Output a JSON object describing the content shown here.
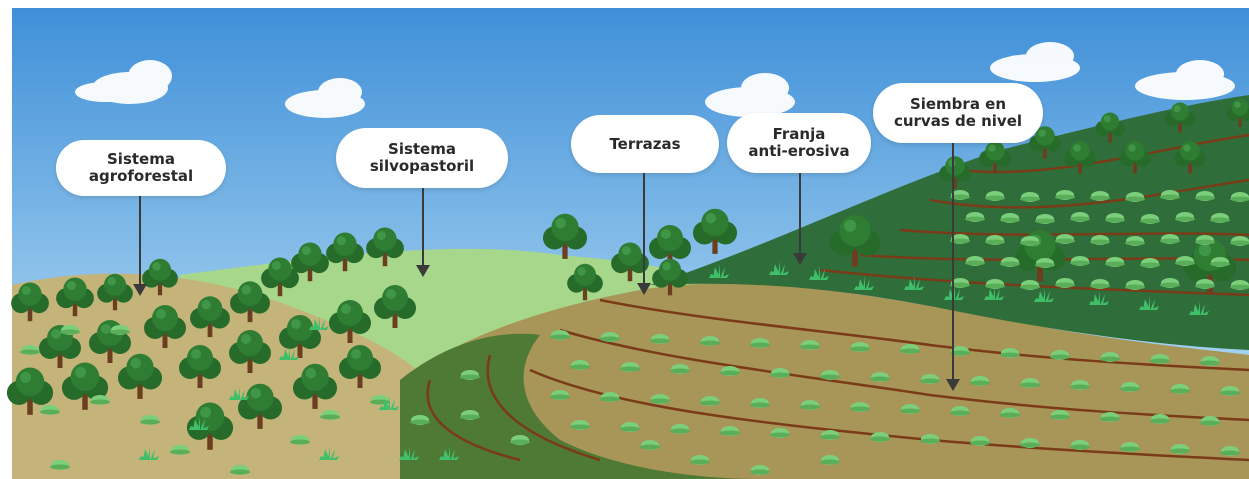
{
  "labels": {
    "agroforestal": "Sistema\nagroforestal",
    "silvopastoril": "Sistema\nsilvopastoril",
    "terrazas": "Terrazas",
    "franja": "Franja\nanti-erosiva",
    "siembra": "Siembra en\ncurvas de nivel"
  },
  "colors": {
    "sky_top": "#3f8fd8",
    "sky_bottom": "#bfe3f7",
    "field_tan": "#c4b47a",
    "light_hill": "#a7d78a",
    "terrace": "#a89558",
    "dark_hill": "#2f6e3a",
    "contour": "#7a3b18",
    "tree": "#2e7d32",
    "trunk": "#6b3e1f",
    "crop": "#7bcf7b",
    "agave": "#3fbf6a"
  }
}
